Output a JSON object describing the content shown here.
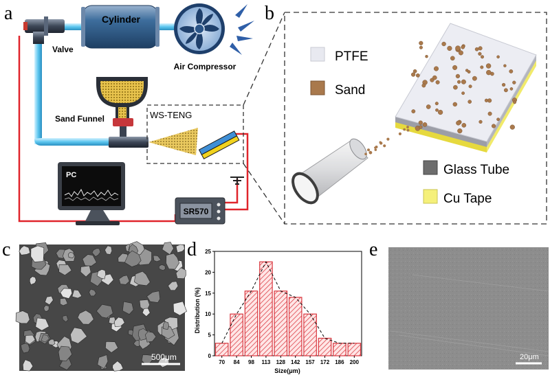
{
  "panels": {
    "a": {
      "label": "a",
      "cylinder": "Cylinder",
      "valve": "Valve",
      "air_compressor": "Air Compressor",
      "sand_funnel": "Sand Funnel",
      "ws_teng": "WS-TENG",
      "pc": "PC",
      "sr570": "SR570"
    },
    "b": {
      "label": "b",
      "legend": [
        {
          "label": "PTFE",
          "color": "#e8e9f0"
        },
        {
          "label": "Sand",
          "color": "#a9794c"
        },
        {
          "label": "Glass Tube",
          "color": "#6d6d6d"
        },
        {
          "label": "Cu Tape",
          "color": "#f5f07a"
        }
      ]
    },
    "c": {
      "label": "c",
      "scale_bar": "500μm"
    },
    "d": {
      "label": "d"
    },
    "e": {
      "label": "e",
      "scale_bar": "20μm"
    }
  },
  "chart_data": {
    "type": "bar",
    "xlabel": "Size(μm)",
    "ylabel": "Distribution (%)",
    "categories": [
      "70",
      "84",
      "98",
      "113",
      "128",
      "142",
      "157",
      "172",
      "186",
      "200"
    ],
    "values": [
      3,
      10,
      15.5,
      22.5,
      15.5,
      14,
      10,
      4.2,
      3,
      3
    ],
    "ylim": [
      0,
      25
    ],
    "yticks": [
      0,
      5,
      10,
      15,
      20,
      25
    ],
    "fit_curve": "dashed",
    "bar_color": "#d9363e"
  }
}
